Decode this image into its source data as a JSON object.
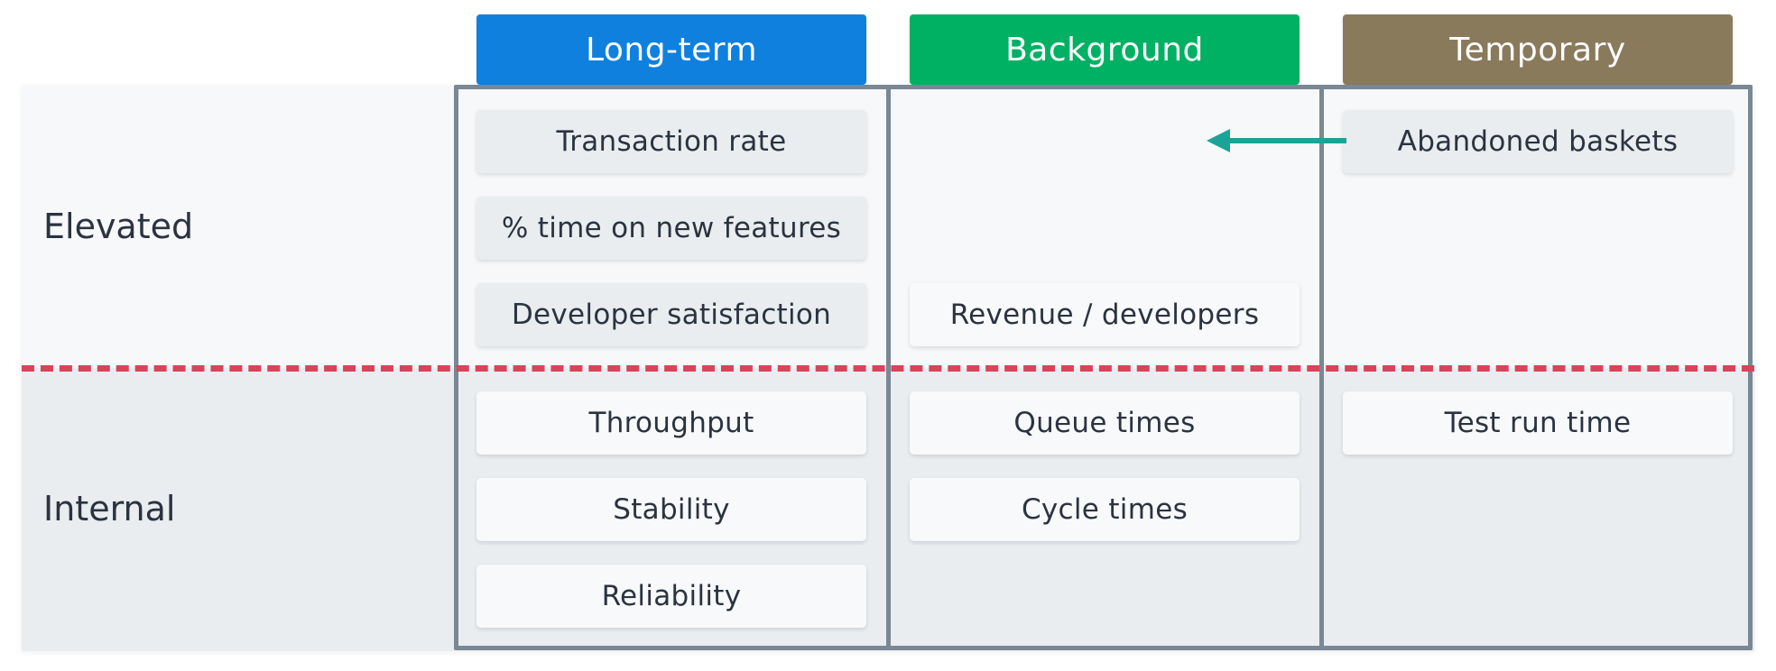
{
  "colors": {
    "long_term": "#0f80de",
    "background": "#00b163",
    "temporary": "#8a7a5c",
    "threshold_line": "#d6455a",
    "arrow": "#1aa396",
    "grid_border": "#7a8794"
  },
  "columns": {
    "long_term": "Long-term",
    "background": "Background",
    "temporary": "Temporary"
  },
  "rows": {
    "elevated": "Elevated",
    "internal": "Internal"
  },
  "cards": {
    "elevated": {
      "long_term": [
        "Transaction rate",
        "% time on new features",
        "Developer satisfaction"
      ],
      "background": [
        "Revenue / developers"
      ],
      "temporary": [
        "Abandoned baskets"
      ]
    },
    "internal": {
      "long_term": [
        "Throughput",
        "Stability",
        "Reliability"
      ],
      "background": [
        "Queue times",
        "Cycle times"
      ],
      "temporary": [
        "Test run time"
      ]
    }
  },
  "arrow": {
    "from": "Abandoned baskets",
    "direction": "left",
    "icon": "arrow-left-icon"
  }
}
